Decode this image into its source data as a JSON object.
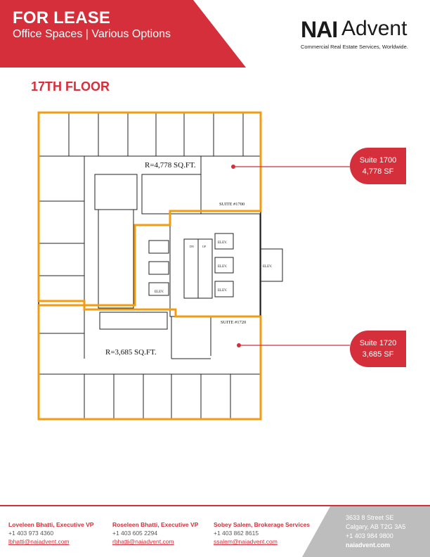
{
  "header": {
    "title": "FOR LEASE",
    "subtitle": "Office Spaces | Various Options",
    "banner_color": "#d42f3a"
  },
  "logo": {
    "nai": "NAI",
    "advent": "Advent",
    "tagline": "Commercial Real Estate Services, Worldwide."
  },
  "floor": {
    "title": "17TH FLOOR"
  },
  "plan": {
    "suite_1700_area": "R=4,778 SQ.FT.",
    "suite_1700_label": "SUITE #1700",
    "suite_1720_area": "R=3,685 SQ.FT.",
    "suite_1720_label": "SUITE #1720",
    "elev": "ELEV.",
    "dn": "DN",
    "up": "UP",
    "highlight_color": "#f39c12"
  },
  "callouts": [
    {
      "line1": "Suite 1700",
      "line2": "4,778 SF"
    },
    {
      "line1": "Suite 1720",
      "line2": "3,685 SF"
    }
  ],
  "contacts": [
    {
      "name": "Loveleen Bhatti, Executive VP",
      "phone": "+1 403 973 4360",
      "email": "lbhatti@naiadvent.com"
    },
    {
      "name": "Roseleen Bhatti, Executive VP",
      "phone": "+1 403 605 2294",
      "email": "rbhatti@naiadvent.com"
    },
    {
      "name": "Sobey Salem, Brokerage Services",
      "phone": "+1 403 862 8615",
      "email": "ssalem@naiadvent.com"
    }
  ],
  "address": {
    "street": "3633 8 Street SE",
    "city": "Calgary, AB T2G 3A5",
    "phone": "+1 403 984 9800",
    "web": "naiadvent.com"
  }
}
